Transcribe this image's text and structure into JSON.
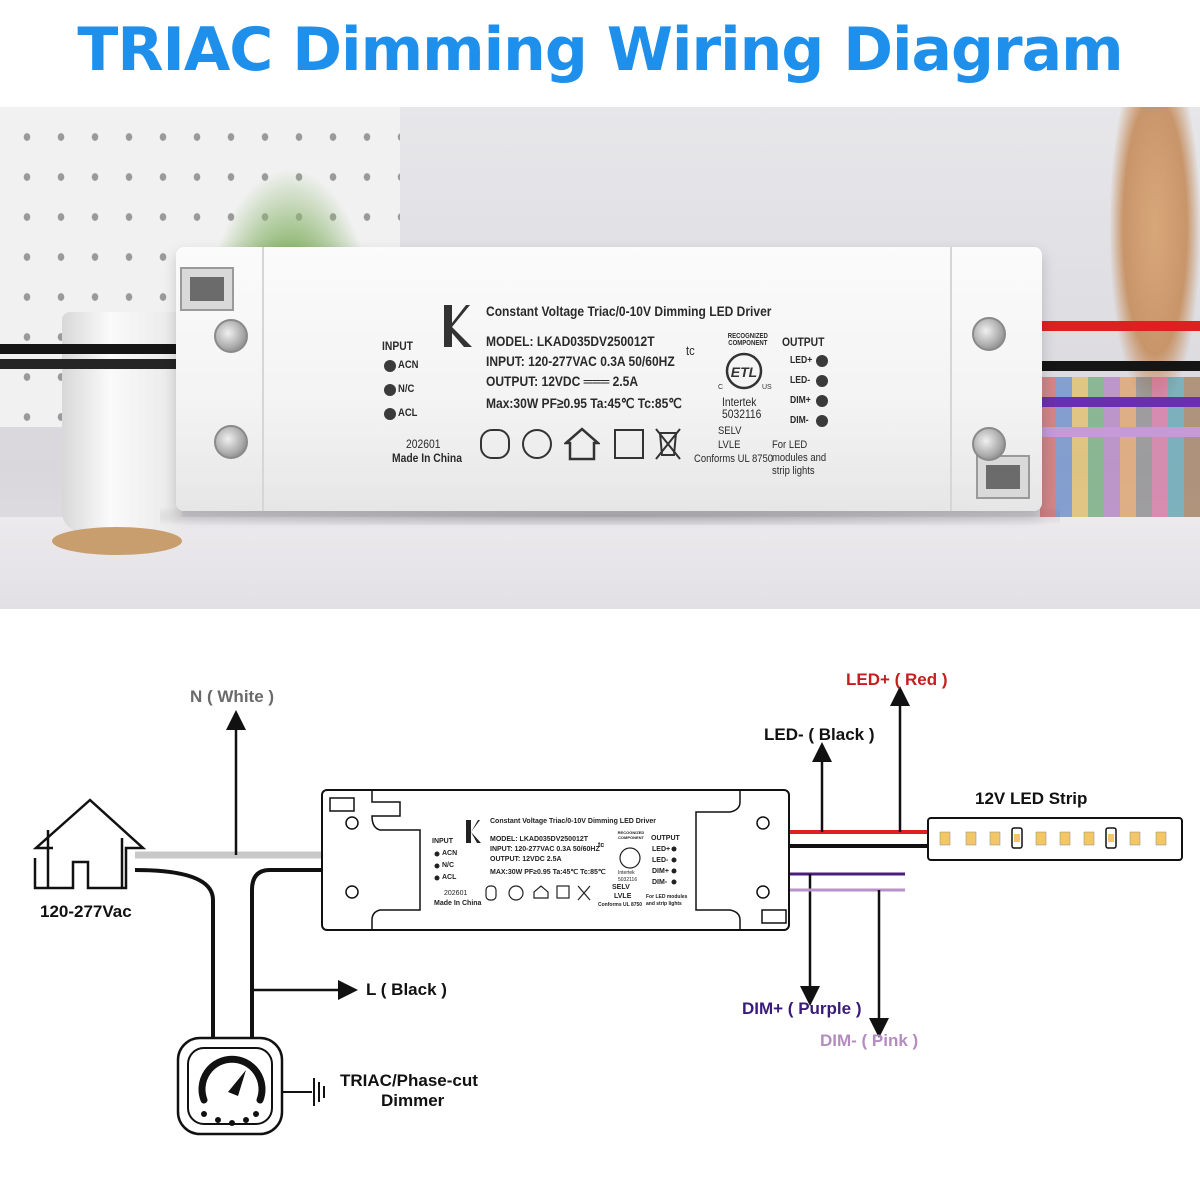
{
  "title": "TRIAC Dimming Wiring Diagram",
  "colors": {
    "title": "#1e8fea",
    "wire_red": "#e02020",
    "wire_black": "#111111",
    "wire_purple": "#4b1e7a",
    "wire_pink": "#b892c8",
    "wire_white": "#c8c8c8",
    "led_chip": "#f3c766",
    "label_red": "#c41e1e",
    "label_purple": "#3a1c78",
    "label_pink": "#b48cc0"
  },
  "device": {
    "heading": "Constant Voltage Triac/0-10V Dimming LED Driver",
    "model": "MODEL: LKAD035DV250012T",
    "input_spec": "INPUT: 120-277VAC 0.3A 50/60HZ",
    "output_spec": "OUTPUT: 12VDC ═══ 2.5A",
    "ratings": "Max:30W     PF≥0.95  Ta:45℃  Tc:85℃",
    "input_title": "INPUT",
    "input_terms": [
      "ACN",
      "N/C",
      "ACL"
    ],
    "output_title": "OUTPUT",
    "output_terms": [
      "LED+",
      "LED-",
      "DIM+",
      "DIM-"
    ],
    "date_code": "202601",
    "origin": "Made In China",
    "recognized": "RECOGNIZED COMPONENT",
    "tc_mark": "tc",
    "cert_lab": "Intertek",
    "cert_number": "5032116",
    "selv": "SELV",
    "lvle": "LVLE",
    "conforms": "Conforms UL 8750",
    "usage": "For LED modules and strip lights",
    "logo_letter": "K"
  },
  "mini_device": {
    "heading": "Constant Voltage Triac/0-10V Dimming LED Driver",
    "model": "MODEL: LKAD035DV250012T",
    "input_spec": "INPUT: 120-277VAC 0.3A 50/60HZ",
    "output_spec": "OUTPUT: 12VDC    2.5A",
    "ratings": "MAX:30W  PF≥0.95  Ta:45℃  Tc:85℃",
    "input_title": "INPUT",
    "input_terms": [
      "ACN",
      "N/C",
      "ACL"
    ],
    "output_title": "OUTPUT",
    "output_terms": [
      "LED+",
      "LED-",
      "DIM+",
      "DIM-"
    ],
    "date_code": "202601",
    "origin": "Made In China",
    "recognized": "RECOGNIZED COMPONENT",
    "tc_mark": "tc",
    "cert_lab": "Intertek",
    "cert_number": "5032116",
    "selv": "SELV",
    "lvle": "LVLE",
    "conforms": "Conforms UL 8750",
    "usage": "For LED modules and strip lights",
    "logo_letter": "K"
  },
  "diagram": {
    "neutral_label": "N ( White )",
    "line_label": "L ( Black )",
    "source_label": "120-277Vac",
    "dimmer_label_line1": "TRIAC/Phase-cut",
    "dimmer_label_line2": "Dimmer",
    "led_plus_label": "LED+ ( Red )",
    "led_minus_label": "LED- ( Black )",
    "strip_label": "12V LED Strip",
    "dim_plus_label": "DIM+ ( Purple )",
    "dim_minus_label": "DIM- ( Pink )"
  }
}
